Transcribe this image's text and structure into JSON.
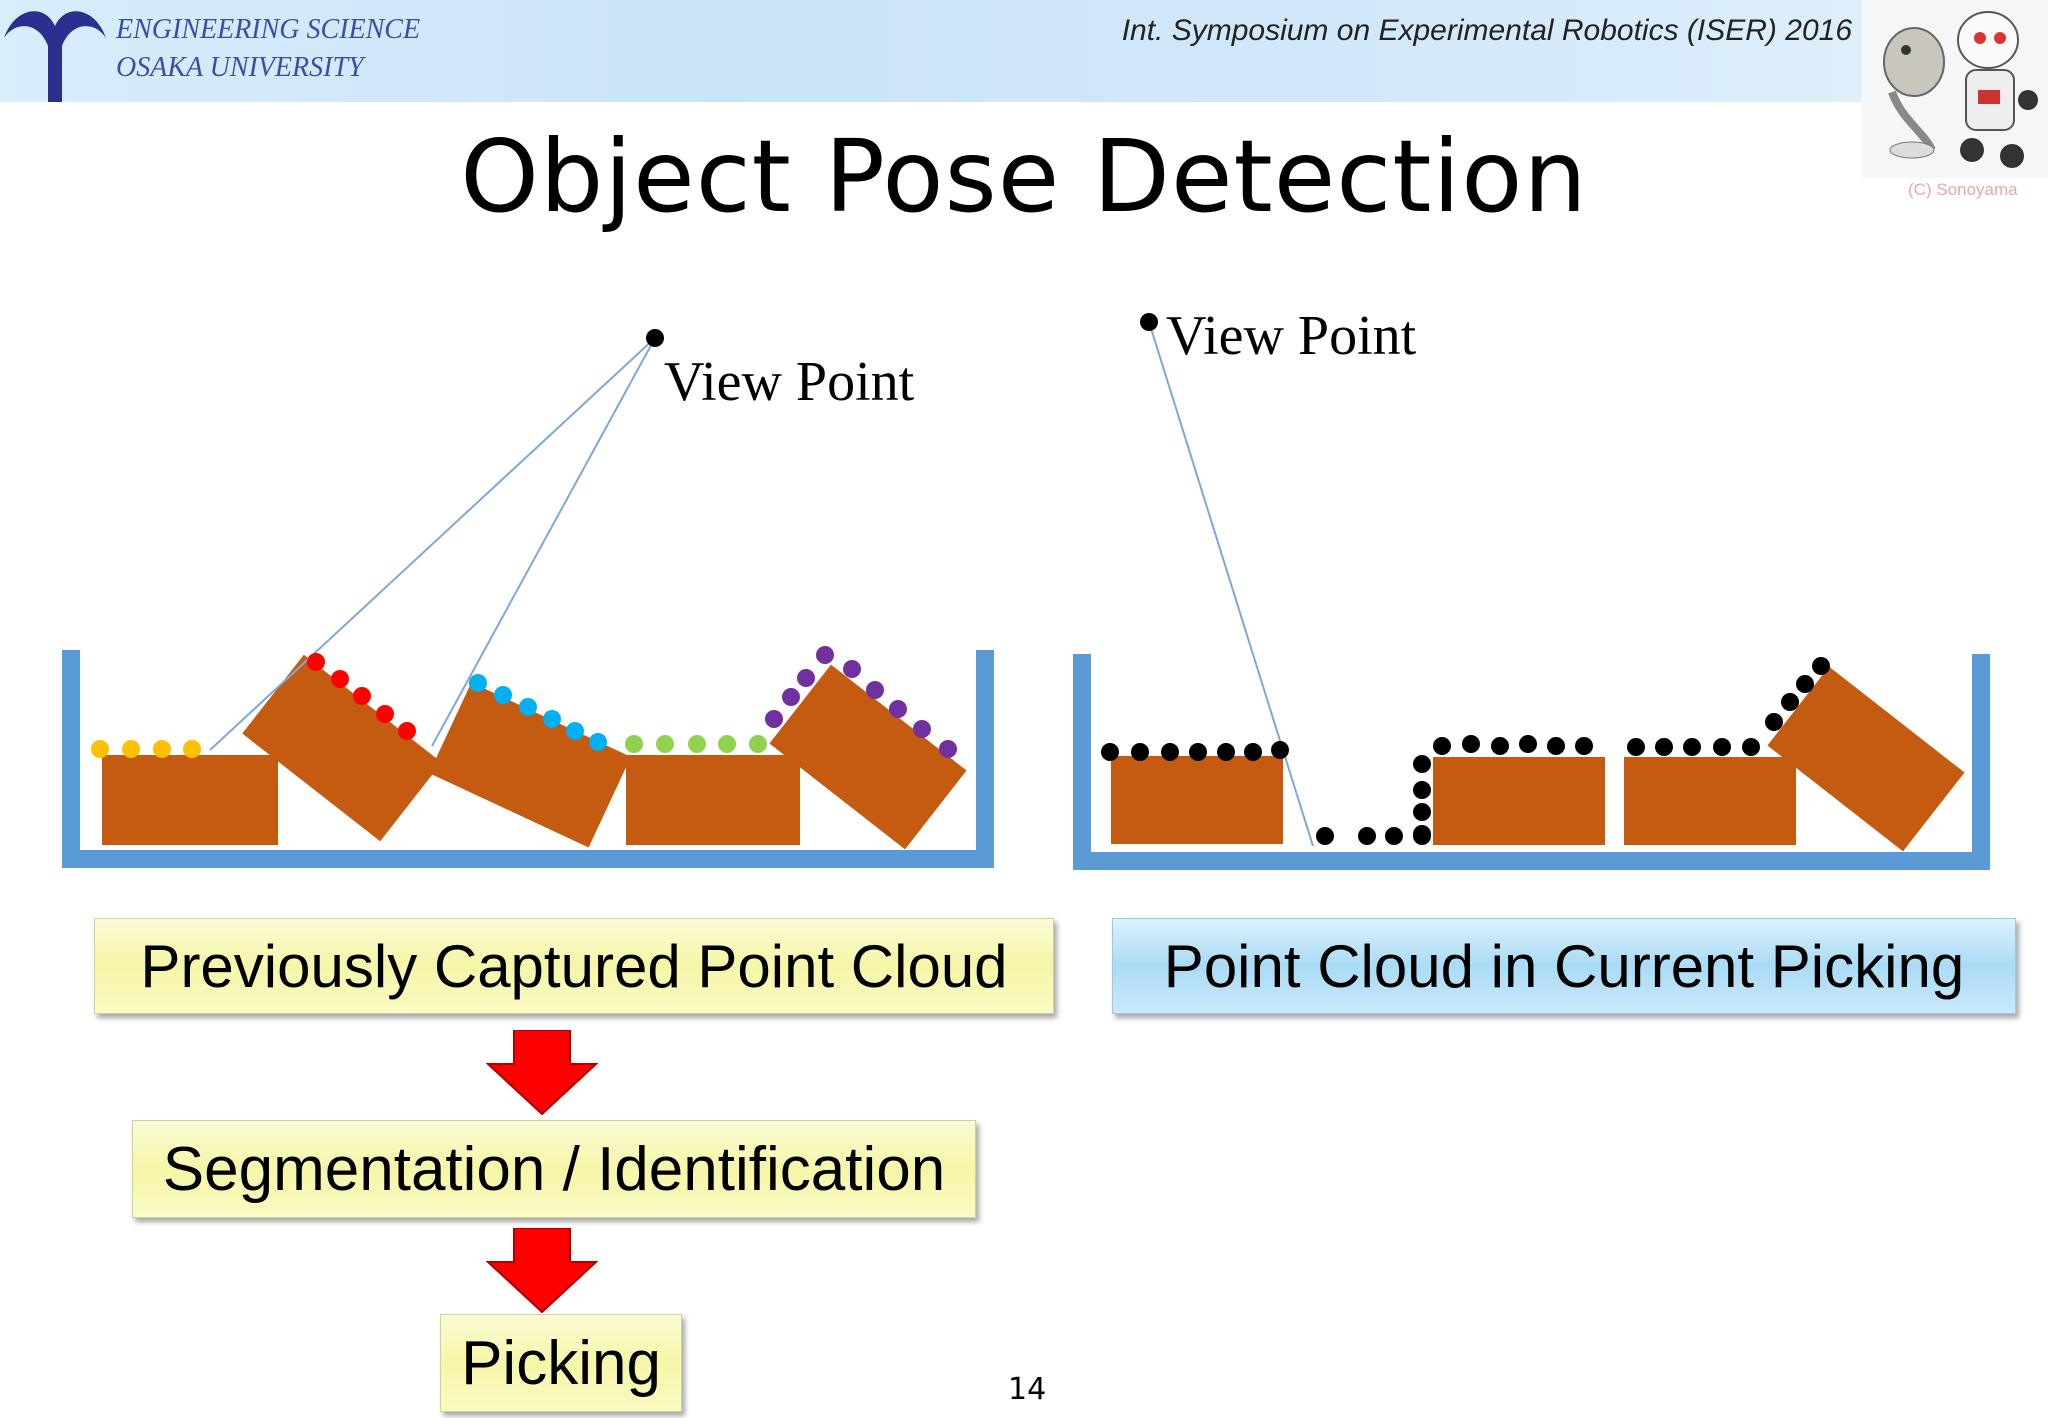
{
  "header": {
    "university_line1": "ENGINEERING SCIENCE",
    "university_line2": "OSAKA UNIVERSITY",
    "conference": "Int. Symposium on Experimental Robotics (ISER) 2016",
    "copyright": "(C) Sonoyama"
  },
  "slide": {
    "title": "Object Pose Detection",
    "page_number": "14"
  },
  "diagram": {
    "left_viewpoint_label": "View Point",
    "right_viewpoint_label": "View Point",
    "flow": {
      "previous_cloud": "Previously Captured Point Cloud",
      "current_cloud": "Point Cloud in Current Picking",
      "segmentation": "Segmentation / Identification",
      "picking": "Picking"
    },
    "colors": {
      "bin": "#5b9bd5",
      "object": "#c55a11",
      "segment_1": "#ffc000",
      "segment_2": "#ff0000",
      "segment_3": "#00b0f0",
      "segment_4": "#92d050",
      "segment_5": "#7030a0",
      "current_points": "#000000",
      "arrow": "#ff0000",
      "view_ray": "#7fa7d8"
    }
  }
}
